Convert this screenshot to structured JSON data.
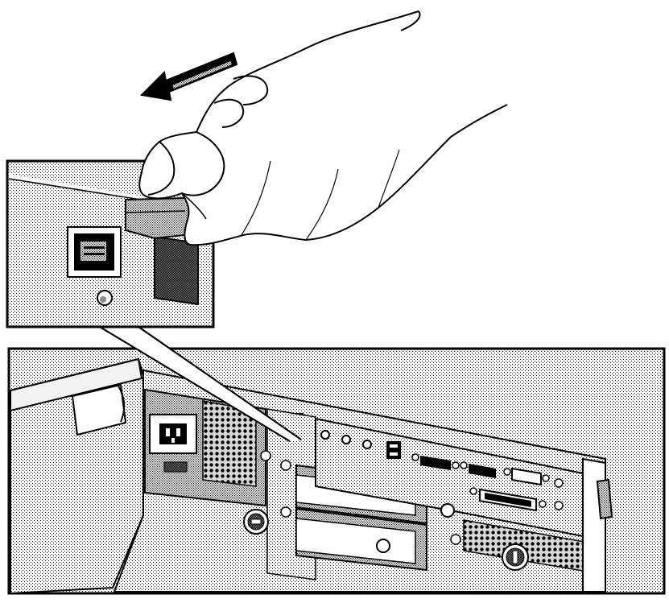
{
  "figure": {
    "subject": "remove-cable-from-rear-panel",
    "colors": {
      "line": "#000000",
      "paper": "#ffffff",
      "halftone_light": "#d4d4d4",
      "halftone_mid": "#a9a9a9",
      "halftone_dark": "#6e6e6e",
      "hand": "#ffffff"
    },
    "icons": {
      "arrow": "pull-direction-arrow",
      "hand": "hand-gripping-cable",
      "cable": "cable-plug",
      "port": "network-port"
    }
  }
}
